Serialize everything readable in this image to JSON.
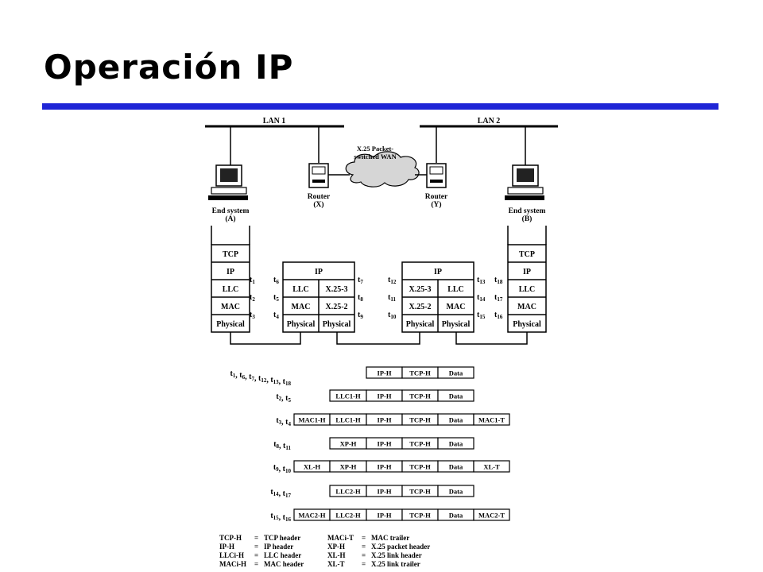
{
  "title": "Operación IP",
  "accent_color": "#1f25d6",
  "network": {
    "lan1": "LAN 1",
    "lan2": "LAN 2",
    "wan": [
      "X.25 Packet-",
      "switched WAN"
    ],
    "end_system_a": [
      "End system",
      "(A)"
    ],
    "end_system_b": [
      "End system",
      "(B)"
    ],
    "router_x": [
      "Router",
      "(X)"
    ],
    "router_y": [
      "Router",
      "(Y)"
    ]
  },
  "stacks": {
    "host_layers": [
      "TCP",
      "IP",
      "LLC",
      "MAC",
      "Physical"
    ],
    "router_x": {
      "top": "IP",
      "left": [
        "LLC",
        "MAC",
        "Physical"
      ],
      "right": [
        "X.25-3",
        "X.25-2",
        "Physical"
      ]
    },
    "router_y": {
      "top": "IP",
      "left": [
        "X.25-3",
        "X.25-2",
        "Physical"
      ],
      "right": [
        "LLC",
        "MAC",
        "Physical"
      ]
    }
  },
  "time_labels": [
    {
      "base": "t",
      "sub": "1"
    },
    {
      "base": "t",
      "sub": "2"
    },
    {
      "base": "t",
      "sub": "3"
    },
    {
      "base": "t",
      "sub": "6"
    },
    {
      "base": "t",
      "sub": "5"
    },
    {
      "base": "t",
      "sub": "4"
    },
    {
      "base": "t",
      "sub": "7"
    },
    {
      "base": "t",
      "sub": "8"
    },
    {
      "base": "t",
      "sub": "9"
    },
    {
      "base": "t",
      "sub": "12"
    },
    {
      "base": "t",
      "sub": "11"
    },
    {
      "base": "t",
      "sub": "10"
    },
    {
      "base": "t",
      "sub": "13"
    },
    {
      "base": "t",
      "sub": "14"
    },
    {
      "base": "t",
      "sub": "15"
    },
    {
      "base": "t",
      "sub": "18"
    },
    {
      "base": "t",
      "sub": "17"
    },
    {
      "base": "t",
      "sub": "16"
    }
  ],
  "frames": [
    {
      "times": [
        "1",
        "6",
        "7",
        "12",
        "13",
        "18"
      ],
      "fields": [
        "",
        "",
        "IP-H",
        "TCP-H",
        "Data",
        ""
      ]
    },
    {
      "times": [
        "2",
        "5"
      ],
      "fields": [
        "",
        "LLC1-H",
        "IP-H",
        "TCP-H",
        "Data",
        ""
      ]
    },
    {
      "times": [
        "3",
        "4"
      ],
      "fields": [
        "MAC1-H",
        "LLC1-H",
        "IP-H",
        "TCP-H",
        "Data",
        "MAC1-T"
      ]
    },
    {
      "times": [
        "8",
        "11"
      ],
      "fields": [
        "",
        "XP-H",
        "IP-H",
        "TCP-H",
        "Data",
        ""
      ]
    },
    {
      "times": [
        "9",
        "10"
      ],
      "fields": [
        "XL-H",
        "XP-H",
        "IP-H",
        "TCP-H",
        "Data",
        "XL-T"
      ]
    },
    {
      "times": [
        "14",
        "17"
      ],
      "fields": [
        "",
        "LLC2-H",
        "IP-H",
        "TCP-H",
        "Data",
        ""
      ]
    },
    {
      "times": [
        "15",
        "16"
      ],
      "fields": [
        "MAC2-H",
        "LLC2-H",
        "IP-H",
        "TCP-H",
        "Data",
        "MAC2-T"
      ]
    }
  ],
  "legend": [
    {
      "abbr": "TCP-H",
      "eq": "=",
      "meaning": "TCP header"
    },
    {
      "abbr": "IP-H",
      "eq": "=",
      "meaning": "IP header"
    },
    {
      "abbr": "LLCi-H",
      "eq": "=",
      "meaning": "LLC header"
    },
    {
      "abbr": "MACi-H",
      "eq": "=",
      "meaning": "MAC header"
    },
    {
      "abbr": "MACi-T",
      "eq": "=",
      "meaning": "MAC trailer"
    },
    {
      "abbr": "XP-H",
      "eq": "=",
      "meaning": "X.25 packet header"
    },
    {
      "abbr": "XL-H",
      "eq": "=",
      "meaning": "X.25 link header"
    },
    {
      "abbr": "XL-T",
      "eq": "=",
      "meaning": "X.25 link trailer"
    }
  ]
}
